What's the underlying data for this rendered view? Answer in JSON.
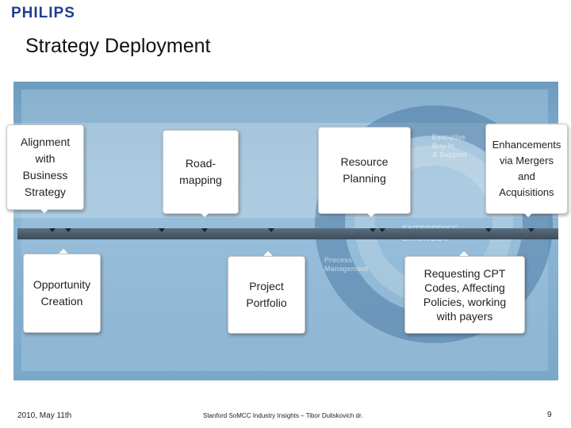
{
  "logo": "PHILIPS",
  "title": "Strategy Deployment",
  "watermark": {
    "executive": "Executive\nBuy-In\n& Support",
    "enterprise": "ENTERPRISE\nSTRATEGY",
    "process": "Process\nManagement"
  },
  "top_boxes": [
    {
      "label": "Alignment\nwith\nBusiness\nStrategy"
    },
    {
      "label": "Road-\nmapping"
    },
    {
      "label": "Resource\nPlanning"
    },
    {
      "label": "Enhancements\nvia Mergers\nand\nAcquisitions"
    }
  ],
  "bottom_boxes": [
    {
      "label": "Opportunity\nCreation"
    },
    {
      "label": "Project\nPortfolio"
    },
    {
      "label": "Requesting CPT\nCodes, Affecting\nPolicies, working\nwith payers"
    }
  ],
  "footer": {
    "date": "2010, May 11th",
    "source": "Stanford SoMCC Industry Insights – Tibor Duliskovich dr.",
    "page": "9"
  }
}
